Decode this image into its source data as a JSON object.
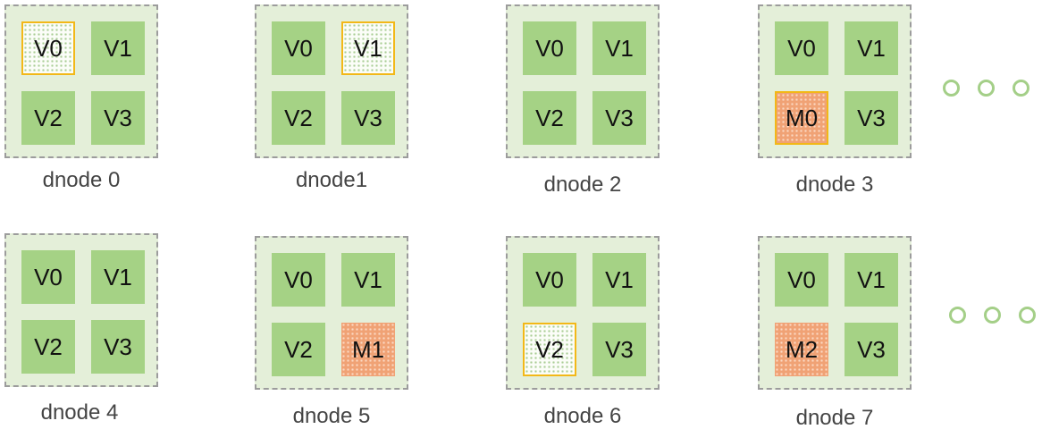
{
  "colors": {
    "node_bg": "#e4efd9",
    "node_border": "#9c9c9c",
    "vnode": "#a5d285",
    "mnode": "#f0a275",
    "highlight_border": "#f2b818",
    "ellipsis": "#a4cf88"
  },
  "rows": [
    {
      "nodes": [
        {
          "label": "dnode 0",
          "cells": [
            {
              "text": "V0",
              "kind": "vnode",
              "highlight": true
            },
            {
              "text": "V1",
              "kind": "vnode",
              "highlight": false
            },
            {
              "text": "V2",
              "kind": "vnode",
              "highlight": false
            },
            {
              "text": "V3",
              "kind": "vnode",
              "highlight": false
            }
          ]
        },
        {
          "label": "dnode1",
          "cells": [
            {
              "text": "V0",
              "kind": "vnode",
              "highlight": false
            },
            {
              "text": "V1",
              "kind": "vnode",
              "highlight": true
            },
            {
              "text": "V2",
              "kind": "vnode",
              "highlight": false
            },
            {
              "text": "V3",
              "kind": "vnode",
              "highlight": false
            }
          ]
        },
        {
          "label": "dnode 2",
          "cells": [
            {
              "text": "V0",
              "kind": "vnode",
              "highlight": false
            },
            {
              "text": "V1",
              "kind": "vnode",
              "highlight": false
            },
            {
              "text": "V2",
              "kind": "vnode",
              "highlight": false
            },
            {
              "text": "V3",
              "kind": "vnode",
              "highlight": false
            }
          ]
        },
        {
          "label": "dnode 3",
          "cells": [
            {
              "text": "V0",
              "kind": "vnode",
              "highlight": false
            },
            {
              "text": "V1",
              "kind": "vnode",
              "highlight": false
            },
            {
              "text": "M0",
              "kind": "mnode",
              "highlight": true
            },
            {
              "text": "V3",
              "kind": "vnode",
              "highlight": false
            }
          ]
        }
      ]
    },
    {
      "nodes": [
        {
          "label": "dnode 4",
          "cells": [
            {
              "text": "V0",
              "kind": "vnode",
              "highlight": false
            },
            {
              "text": "V1",
              "kind": "vnode",
              "highlight": false
            },
            {
              "text": "V2",
              "kind": "vnode",
              "highlight": false
            },
            {
              "text": "V3",
              "kind": "vnode",
              "highlight": false
            }
          ]
        },
        {
          "label": "dnode 5",
          "cells": [
            {
              "text": "V0",
              "kind": "vnode",
              "highlight": false
            },
            {
              "text": "V1",
              "kind": "vnode",
              "highlight": false
            },
            {
              "text": "V2",
              "kind": "vnode",
              "highlight": false
            },
            {
              "text": "M1",
              "kind": "mnode",
              "highlight": false
            }
          ]
        },
        {
          "label": "dnode 6",
          "cells": [
            {
              "text": "V0",
              "kind": "vnode",
              "highlight": false
            },
            {
              "text": "V1",
              "kind": "vnode",
              "highlight": false
            },
            {
              "text": "V2",
              "kind": "vnode",
              "highlight": true
            },
            {
              "text": "V3",
              "kind": "vnode",
              "highlight": false
            }
          ]
        },
        {
          "label": "dnode 7",
          "cells": [
            {
              "text": "V0",
              "kind": "vnode",
              "highlight": false
            },
            {
              "text": "V1",
              "kind": "vnode",
              "highlight": false
            },
            {
              "text": "M2",
              "kind": "mnode",
              "highlight": false
            },
            {
              "text": "V3",
              "kind": "vnode",
              "highlight": false
            }
          ]
        }
      ]
    }
  ]
}
